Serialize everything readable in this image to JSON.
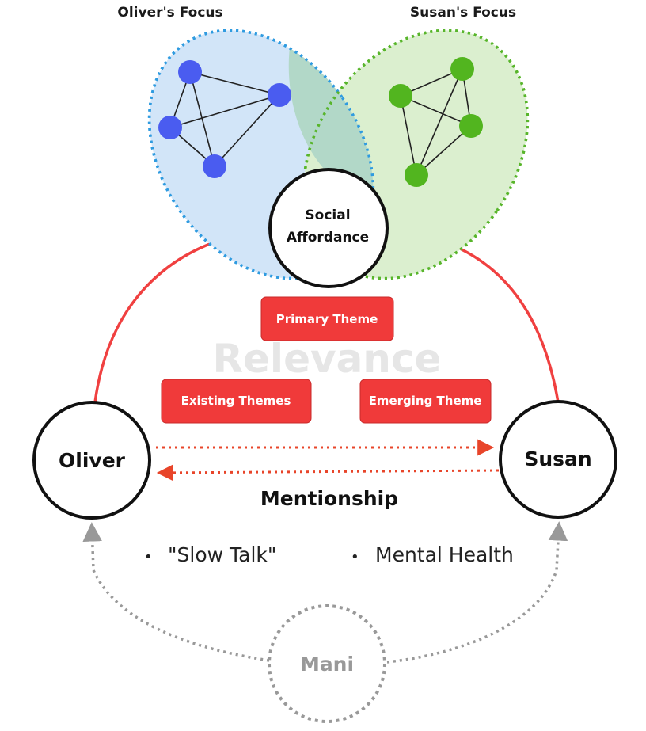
{
  "focus_left": {
    "title": "Oliver's Focus",
    "color": "#4a5cf0",
    "fill": "#cfe3f7",
    "border": "#2f9be0"
  },
  "focus_right": {
    "title": "Susan's Focus",
    "color": "#52b51f",
    "fill": "#d9efcd",
    "border": "#5ab52a"
  },
  "center": {
    "line1": "Social",
    "line2": "Affordance"
  },
  "relevance_label": "Relevance",
  "themes": {
    "primary": "Primary Theme",
    "existing": "Existing Themes",
    "emerging": "Emerging Theme",
    "color": "#f03a3a"
  },
  "people": {
    "left": "Oliver",
    "right": "Susan"
  },
  "mentionship": "Mentionship",
  "bullets": [
    "\"Slow Talk\"",
    "Mental Health"
  ],
  "bullet_glyph": "•",
  "mani": "Mani",
  "colors": {
    "arc": "#f04040",
    "mention_arrows": "#e8452a",
    "mani": "#999999"
  }
}
